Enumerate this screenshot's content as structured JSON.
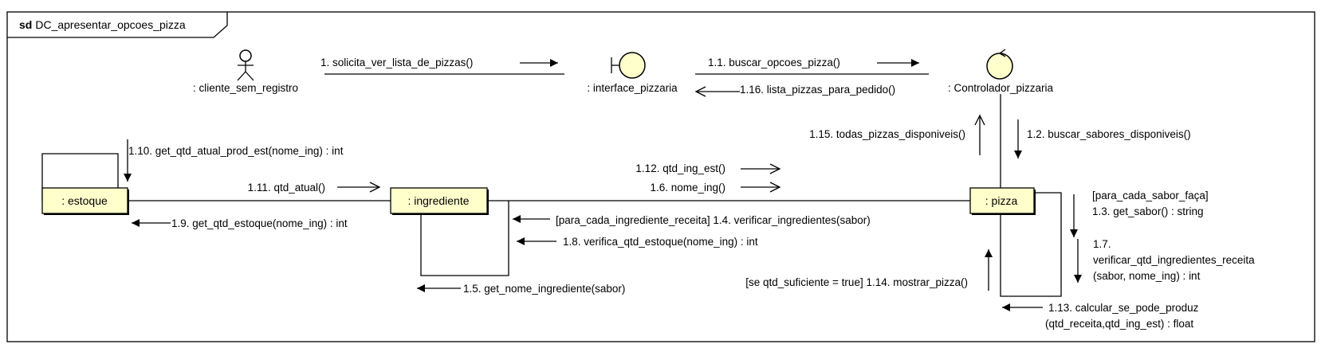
{
  "frame": {
    "keyword": "sd",
    "name": "DC_apresentar_opcoes_pizza"
  },
  "participants": {
    "actor": ": cliente_sem_registro",
    "boundary": ": interface_pizzaria",
    "control": ": Controlador_pizzaria"
  },
  "objects": {
    "estoque": ": estoque",
    "ingrediente": ": ingrediente",
    "pizza": ": pizza"
  },
  "messages": {
    "m1": "1. solicita_ver_lista_de_pizzas()",
    "m1_1": "1.1. buscar_opcoes_pizza()",
    "m1_16": "1.16. lista_pizzas_para_pedido()",
    "m1_15": "1.15. todas_pizzas_disponiveis()",
    "m1_2": "1.2. buscar_sabores_disponiveis()",
    "m1_10": "1.10. get_qtd_atual_prod_est(nome_ing) : int",
    "m1_12": "1.12. qtd_ing_est()",
    "m1_6": "1.6. nome_ing()",
    "m1_11": "1.11. qtd_atual()",
    "m1_9": "1.9. get_qtd_estoque(nome_ing) : int",
    "m1_4": "[para_cada_ingrediente_receita] 1.4. verificar_ingredientes(sabor)",
    "m1_8": "1.8. verifica_qtd_estoque(nome_ing) : int",
    "m1_5": "1.5. get_nome_ingrediente(sabor)",
    "m1_14": "[se qtd_suficiente = true] 1.14. mostrar_pizza()",
    "m1_3_line1": "[para_cada_sabor_faça]",
    "m1_3_line2": "1.3. get_sabor() : string",
    "m1_7_line1": "1.7.",
    "m1_7_line2": "verificar_qtd_ingredientes_receita",
    "m1_7_line3": "(sabor, nome_ing) : int",
    "m1_13_line1": "1.13. calcular_se_pode_produz",
    "m1_13_line2": "(qtd_receita,qtd_ing_est) : float"
  }
}
